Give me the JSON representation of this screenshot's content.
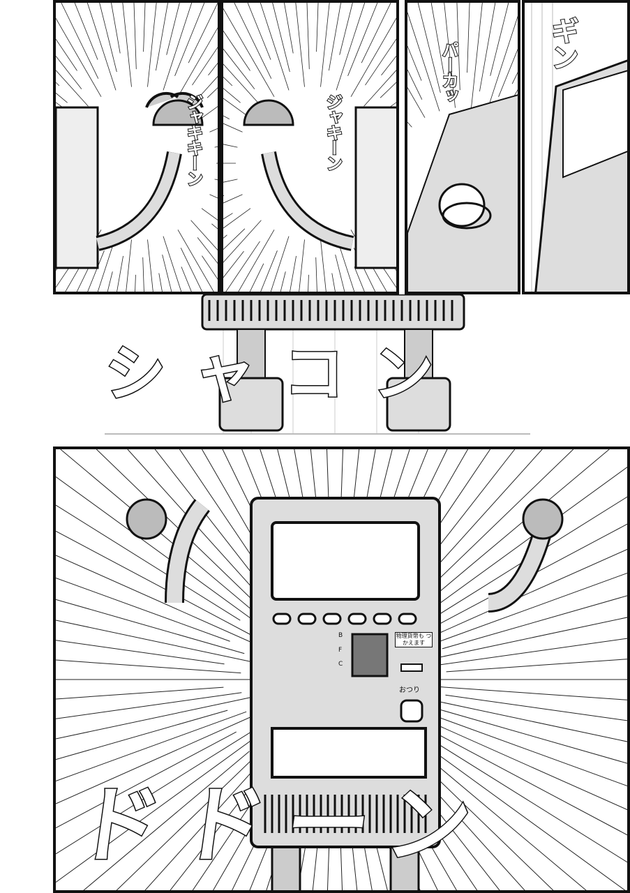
{
  "panels": [
    {
      "sfx": "ジャキキーン"
    },
    {
      "sfx": "ジャキーン"
    },
    {
      "sfx": "パーカッ"
    },
    {
      "sfx": "ギン"
    },
    {
      "sfx": "シャコン"
    },
    {
      "sfx": "ドドーン"
    }
  ],
  "machine": {
    "notice": "物理貨幣も つかえます",
    "change_label": "おつり",
    "coin_labels": [
      "B",
      "F",
      "C"
    ]
  }
}
